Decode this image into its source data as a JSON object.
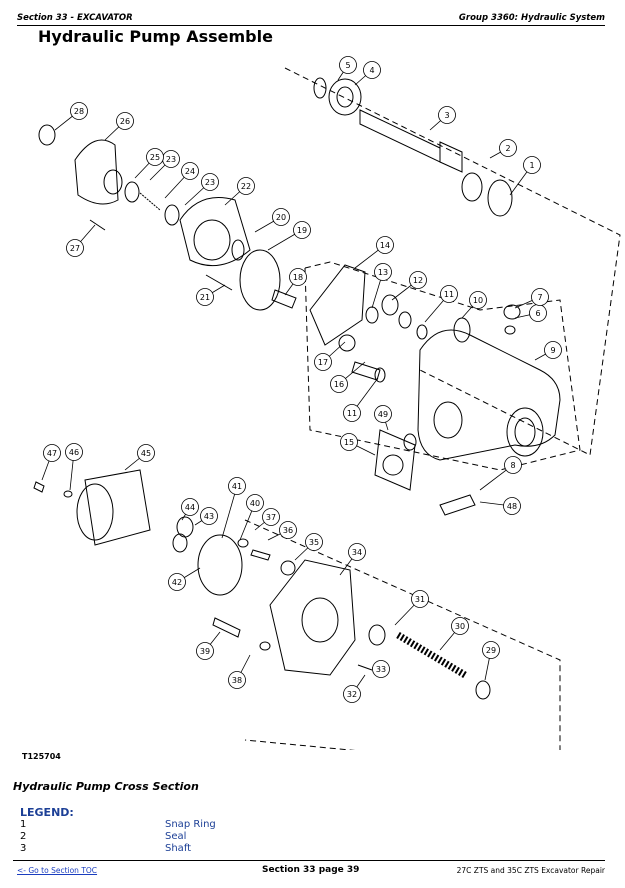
{
  "header": {
    "section": "Section 33 - EXCAVATOR",
    "group": "Group 3360: Hydraulic System"
  },
  "page_title": "Hydraulic Pump Assemble",
  "figure": {
    "id": "T125704",
    "callouts": [
      "1",
      "2",
      "3",
      "4",
      "5",
      "6",
      "7",
      "8",
      "9",
      "10",
      "11",
      "11",
      "12",
      "13",
      "14",
      "15",
      "16",
      "17",
      "18",
      "19",
      "20",
      "21",
      "22",
      "23",
      "23",
      "24",
      "25",
      "26",
      "27",
      "28",
      "29",
      "30",
      "31",
      "32",
      "33",
      "34",
      "35",
      "36",
      "37",
      "38",
      "39",
      "40",
      "41",
      "42",
      "43",
      "44",
      "45",
      "46",
      "47",
      "48",
      "49"
    ]
  },
  "section_subtitle": "Hydraulic Pump Cross Section",
  "legend": {
    "heading": "LEGEND:",
    "items": [
      {
        "num": "1",
        "label": "Snap Ring"
      },
      {
        "num": "2",
        "label": "Seal"
      },
      {
        "num": "3",
        "label": "Shaft"
      }
    ]
  },
  "footer": {
    "toc_link": "<- Go to Section TOC",
    "page": "Section 33 page 39",
    "model": "27C ZTS and 35C ZTS Excavator Repair"
  }
}
